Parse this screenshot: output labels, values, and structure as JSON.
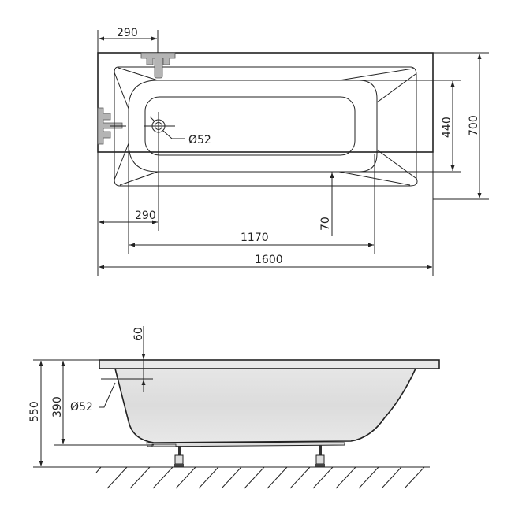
{
  "title": "Bathtub technical drawing",
  "colors": {
    "line": "#222222",
    "tub_fill": "#e2e2e2",
    "tub_fill_light": "#ebebeb",
    "fitting_fill": "#b4b4b4",
    "background": "#ffffff"
  },
  "top_view": {
    "dim_tap_offset": "290",
    "dim_drain_offset": "290",
    "dim_drain_diameter": "Ø52",
    "dim_inner_length": "1170",
    "dim_total_length": "1600",
    "dim_edge_70": "70",
    "dim_inner_width": "440",
    "dim_total_width": "700"
  },
  "side_view": {
    "dim_rim": "60",
    "dim_overflow_diameter": "Ø52",
    "dim_depth": "390",
    "dim_total_height": "550"
  }
}
